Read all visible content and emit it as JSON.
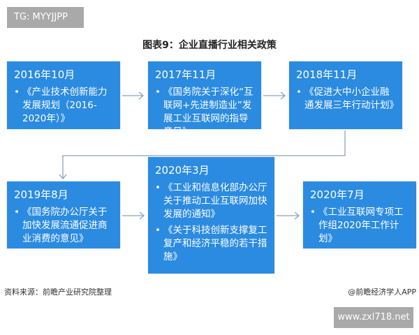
{
  "badge": "TG: MYYJJPP",
  "title": "图表9：企业直播行业相关政策",
  "boxes": [
    {
      "date": "2016年10月",
      "items": [
        "《产业技术创新能力发展规划（2016-2020年）》"
      ]
    },
    {
      "date": "2017年11月",
      "items": [
        "《国务院关于深化“互联网+先进制造业”发展工业互联网的指导意见》"
      ]
    },
    {
      "date": "2018年11月",
      "items": [
        "《促进大中小企业融通发展三年行动计划》"
      ]
    },
    {
      "date": "2019年8月",
      "items": [
        "《国务院办公厅关于加快发展流通促进商业消费的意见》"
      ]
    },
    {
      "date": "2020年3月",
      "items": [
        "《工业和信息化部办公厅关于推动工业互联网加快发展的通知》",
        "《关于科技创新支撑复工复产和经济平稳的若干措施》"
      ]
    },
    {
      "date": "2020年7月",
      "items": [
        "《工业互联网专项工作组2020年工作计划》"
      ]
    }
  ],
  "footer": {
    "source": "资料来源：前瞻产业研究院整理",
    "credit": "@前瞻经济学人APP"
  },
  "watermark": "www.zxl718.net",
  "colors": {
    "box": "#2b8be0",
    "arrow": "#8aa3b8"
  }
}
